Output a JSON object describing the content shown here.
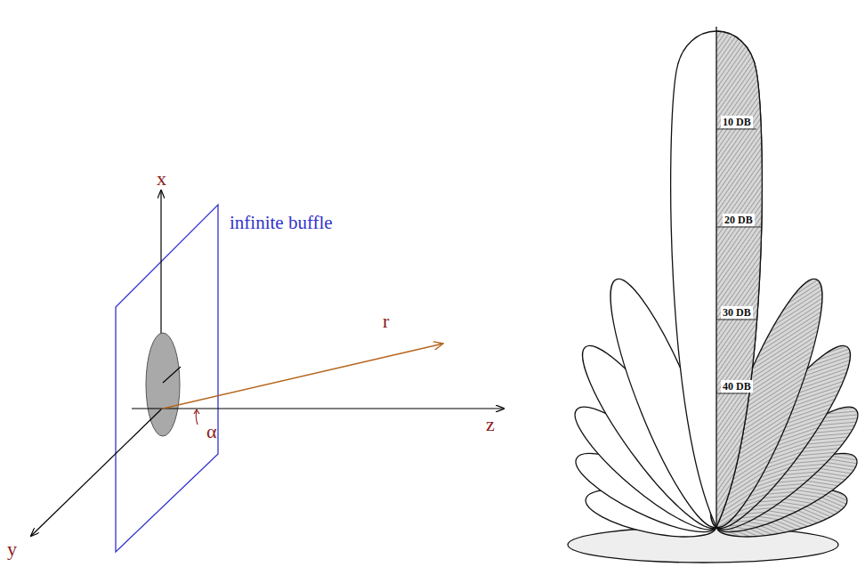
{
  "diagram": {
    "labels": [
      "x",
      "infinite buffle",
      "r",
      "α",
      "z",
      "y",
      "10 DB",
      "20 DB",
      "30 DB",
      "40 DB"
    ]
  }
}
